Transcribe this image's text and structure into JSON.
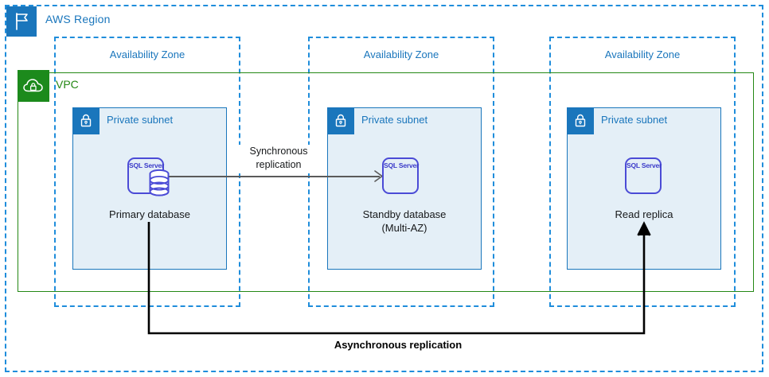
{
  "diagram": {
    "title": "AWS Region",
    "region": {
      "label": "AWS Region",
      "icon": "region-flag-icon",
      "color": "#1a76bc",
      "border_style": "dashed"
    },
    "vpc": {
      "label": "VPC",
      "icon": "vpc-cloud-lock-icon",
      "color": "#248814",
      "border_style": "solid"
    },
    "availability_zones": [
      {
        "label": "Availability Zone"
      },
      {
        "label": "Availability Zone"
      },
      {
        "label": "Availability Zone"
      }
    ],
    "subnets": [
      {
        "label": "Private subnet",
        "icon": "lock-icon"
      },
      {
        "label": "Private subnet",
        "icon": "lock-icon"
      },
      {
        "label": "Private subnet",
        "icon": "lock-icon"
      }
    ],
    "nodes": [
      {
        "id": "primary",
        "node_text": "SQL Server",
        "caption_line1": "Primary database",
        "caption_line2": "",
        "has_database_cylinder": true,
        "color": "#4b4bd6"
      },
      {
        "id": "standby",
        "node_text": "SQL Server",
        "caption_line1": "Standby database",
        "caption_line2": "(Multi-AZ)",
        "has_database_cylinder": false,
        "color": "#4b4bd6"
      },
      {
        "id": "read-replica",
        "node_text": "SQL Server",
        "caption_line1": "Read replica",
        "caption_line2": "",
        "has_database_cylinder": false,
        "color": "#4b4bd6"
      }
    ],
    "connections": [
      {
        "id": "synchronous",
        "label_line1": "Synchronous",
        "label_line2": "replication",
        "from": "primary",
        "to": "standby",
        "color": "#5a5a5a",
        "bold": false
      },
      {
        "id": "asynchronous",
        "label": "Asynchronous replication",
        "from": "primary",
        "to": "read-replica",
        "color": "#000000",
        "bold": true
      }
    ],
    "colors": {
      "aws_blue": "#1a76bc",
      "dashed_blue": "#1f8ddb",
      "vpc_green": "#248814",
      "subnet_fill": "#e4eff7",
      "node_purple": "#4b4bd6",
      "text_dark": "#16181a"
    }
  }
}
